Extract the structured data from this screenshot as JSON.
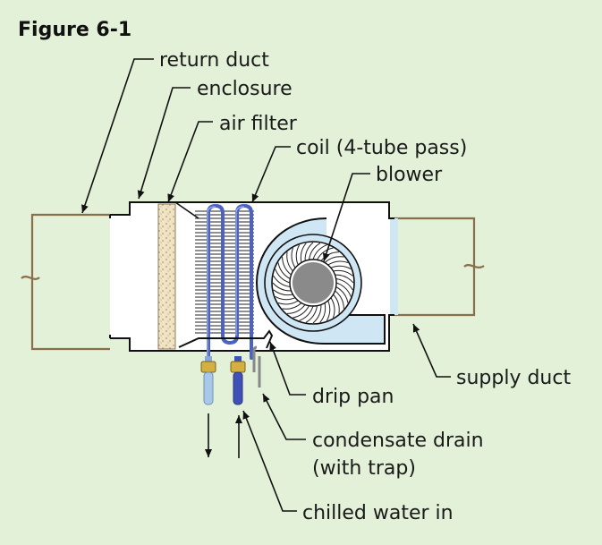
{
  "figure_title": "Figure 6-1",
  "labels": {
    "return_duct": "return duct",
    "enclosure": "enclosure",
    "air_filter": "air filter",
    "coil": "coil (4-tube pass)",
    "blower": "blower",
    "supply_duct": "supply duct",
    "drip_pan": "drip pan",
    "condensate_drain_line1": "condensate drain",
    "condensate_drain_line2": "(with trap)",
    "chilled_water_in": "chilled water in"
  },
  "colors": {
    "background": "#e2f1d8",
    "duct": "#8a6d4a",
    "filter": "#efe3c4",
    "coil_tube": "#4b63c4",
    "supply_air": "#cfe6f4",
    "blower_hub": "#8a8a8a",
    "pipe_out": "#a9c8e8",
    "pipe_in": "#4051b5",
    "fitting": "#d4b042"
  }
}
